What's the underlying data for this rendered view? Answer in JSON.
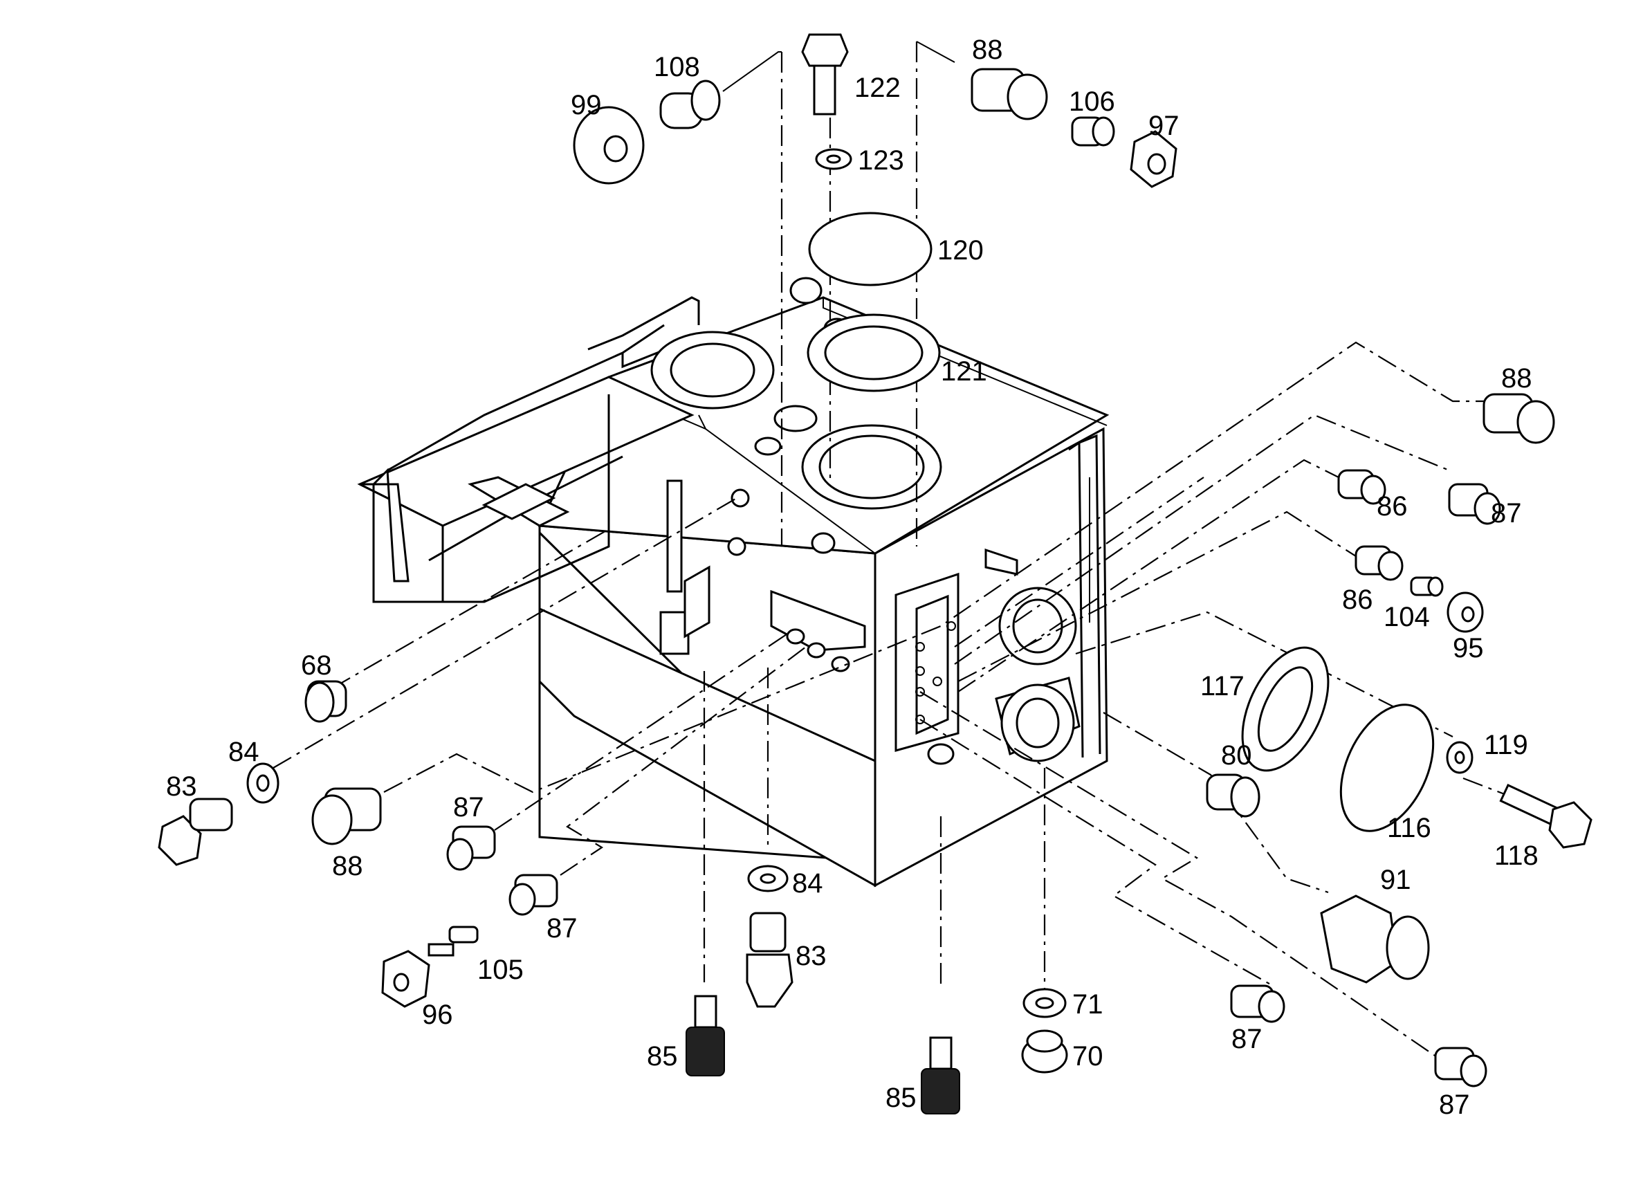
{
  "labels": {
    "p99": "99",
    "p108": "108",
    "p122": "122",
    "p123": "123",
    "p88a": "88",
    "p106": "106",
    "p97": "97",
    "p120": "120",
    "p121": "121",
    "p88b": "88",
    "p86a": "86",
    "p87a": "87",
    "p86b": "86",
    "p104": "104",
    "p95": "95",
    "p117": "117",
    "p80": "80",
    "p119": "119",
    "p116": "116",
    "p118": "118",
    "p68": "68",
    "p84a": "84",
    "p83a": "83",
    "p88c": "88",
    "p87b": "87",
    "p87c": "87",
    "p105": "105",
    "p96": "96",
    "p84b": "84",
    "p83b": "83",
    "p85a": "85",
    "p85b": "85",
    "p71": "71",
    "p70": "70",
    "p91": "91",
    "p87d": "87",
    "p87e": "87"
  }
}
